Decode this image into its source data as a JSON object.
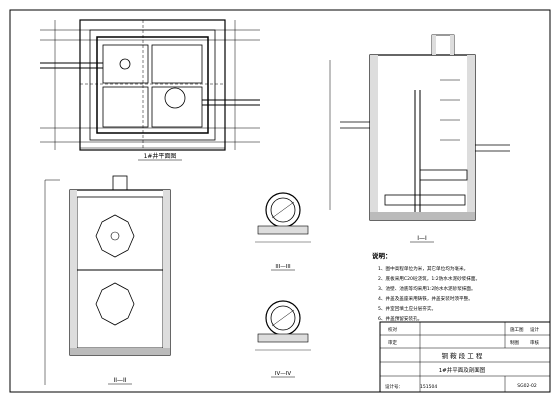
{
  "views": {
    "plan_title": "1#井平面图",
    "section_1_title": "I—I",
    "section_2_title": "II—II",
    "section_3_title": "III—III",
    "section_4_title": "IV—IV"
  },
  "notes": {
    "heading": "说明：",
    "items": [
      "1、图中高程单位为米，其它单位均为毫米。",
      "2、底板采用C20砼浇筑，1:2防水水泥砂浆抹面。",
      "3、池壁、池底等均采用1:2防水水泥砂浆抹面。",
      "4、井盖及盖座采用铸铁，并盖安装时须平整。",
      "5、井室回填土应分层夯实。",
      "6、井盖预留安装孔。"
    ]
  },
  "title_block": {
    "project_name": "铜 鞍 段 工 程",
    "drawing_name": "1#井平面及剖面图",
    "drawing_number": "SG02-02",
    "signature_label": "设计号：",
    "signature_value": "151504",
    "roles": [
      "施工图",
      "设计",
      "制图",
      "审核",
      "校对",
      "审定"
    ]
  }
}
